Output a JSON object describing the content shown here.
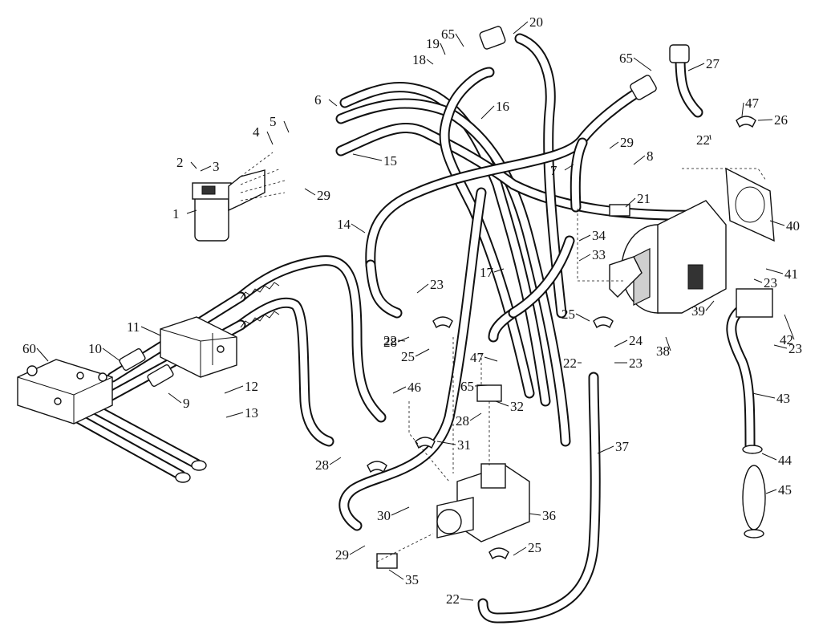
{
  "diagram": {
    "callouts": [
      "1",
      "2",
      "3",
      "4",
      "5",
      "6",
      "7",
      "8",
      "9",
      "10",
      "11",
      "12",
      "13",
      "14",
      "15",
      "16",
      "17",
      "18",
      "19",
      "20",
      "21",
      "22",
      "22",
      "22",
      "22",
      "23",
      "23",
      "23",
      "23",
      "24",
      "25",
      "25",
      "25",
      "26",
      "27",
      "28",
      "28",
      "28",
      "29",
      "29",
      "29",
      "30",
      "31",
      "32",
      "33",
      "34",
      "35",
      "36",
      "37",
      "38",
      "39",
      "40",
      "41",
      "42",
      "43",
      "44",
      "45",
      "46",
      "47",
      "47",
      "60",
      "65",
      "65",
      "65"
    ]
  }
}
